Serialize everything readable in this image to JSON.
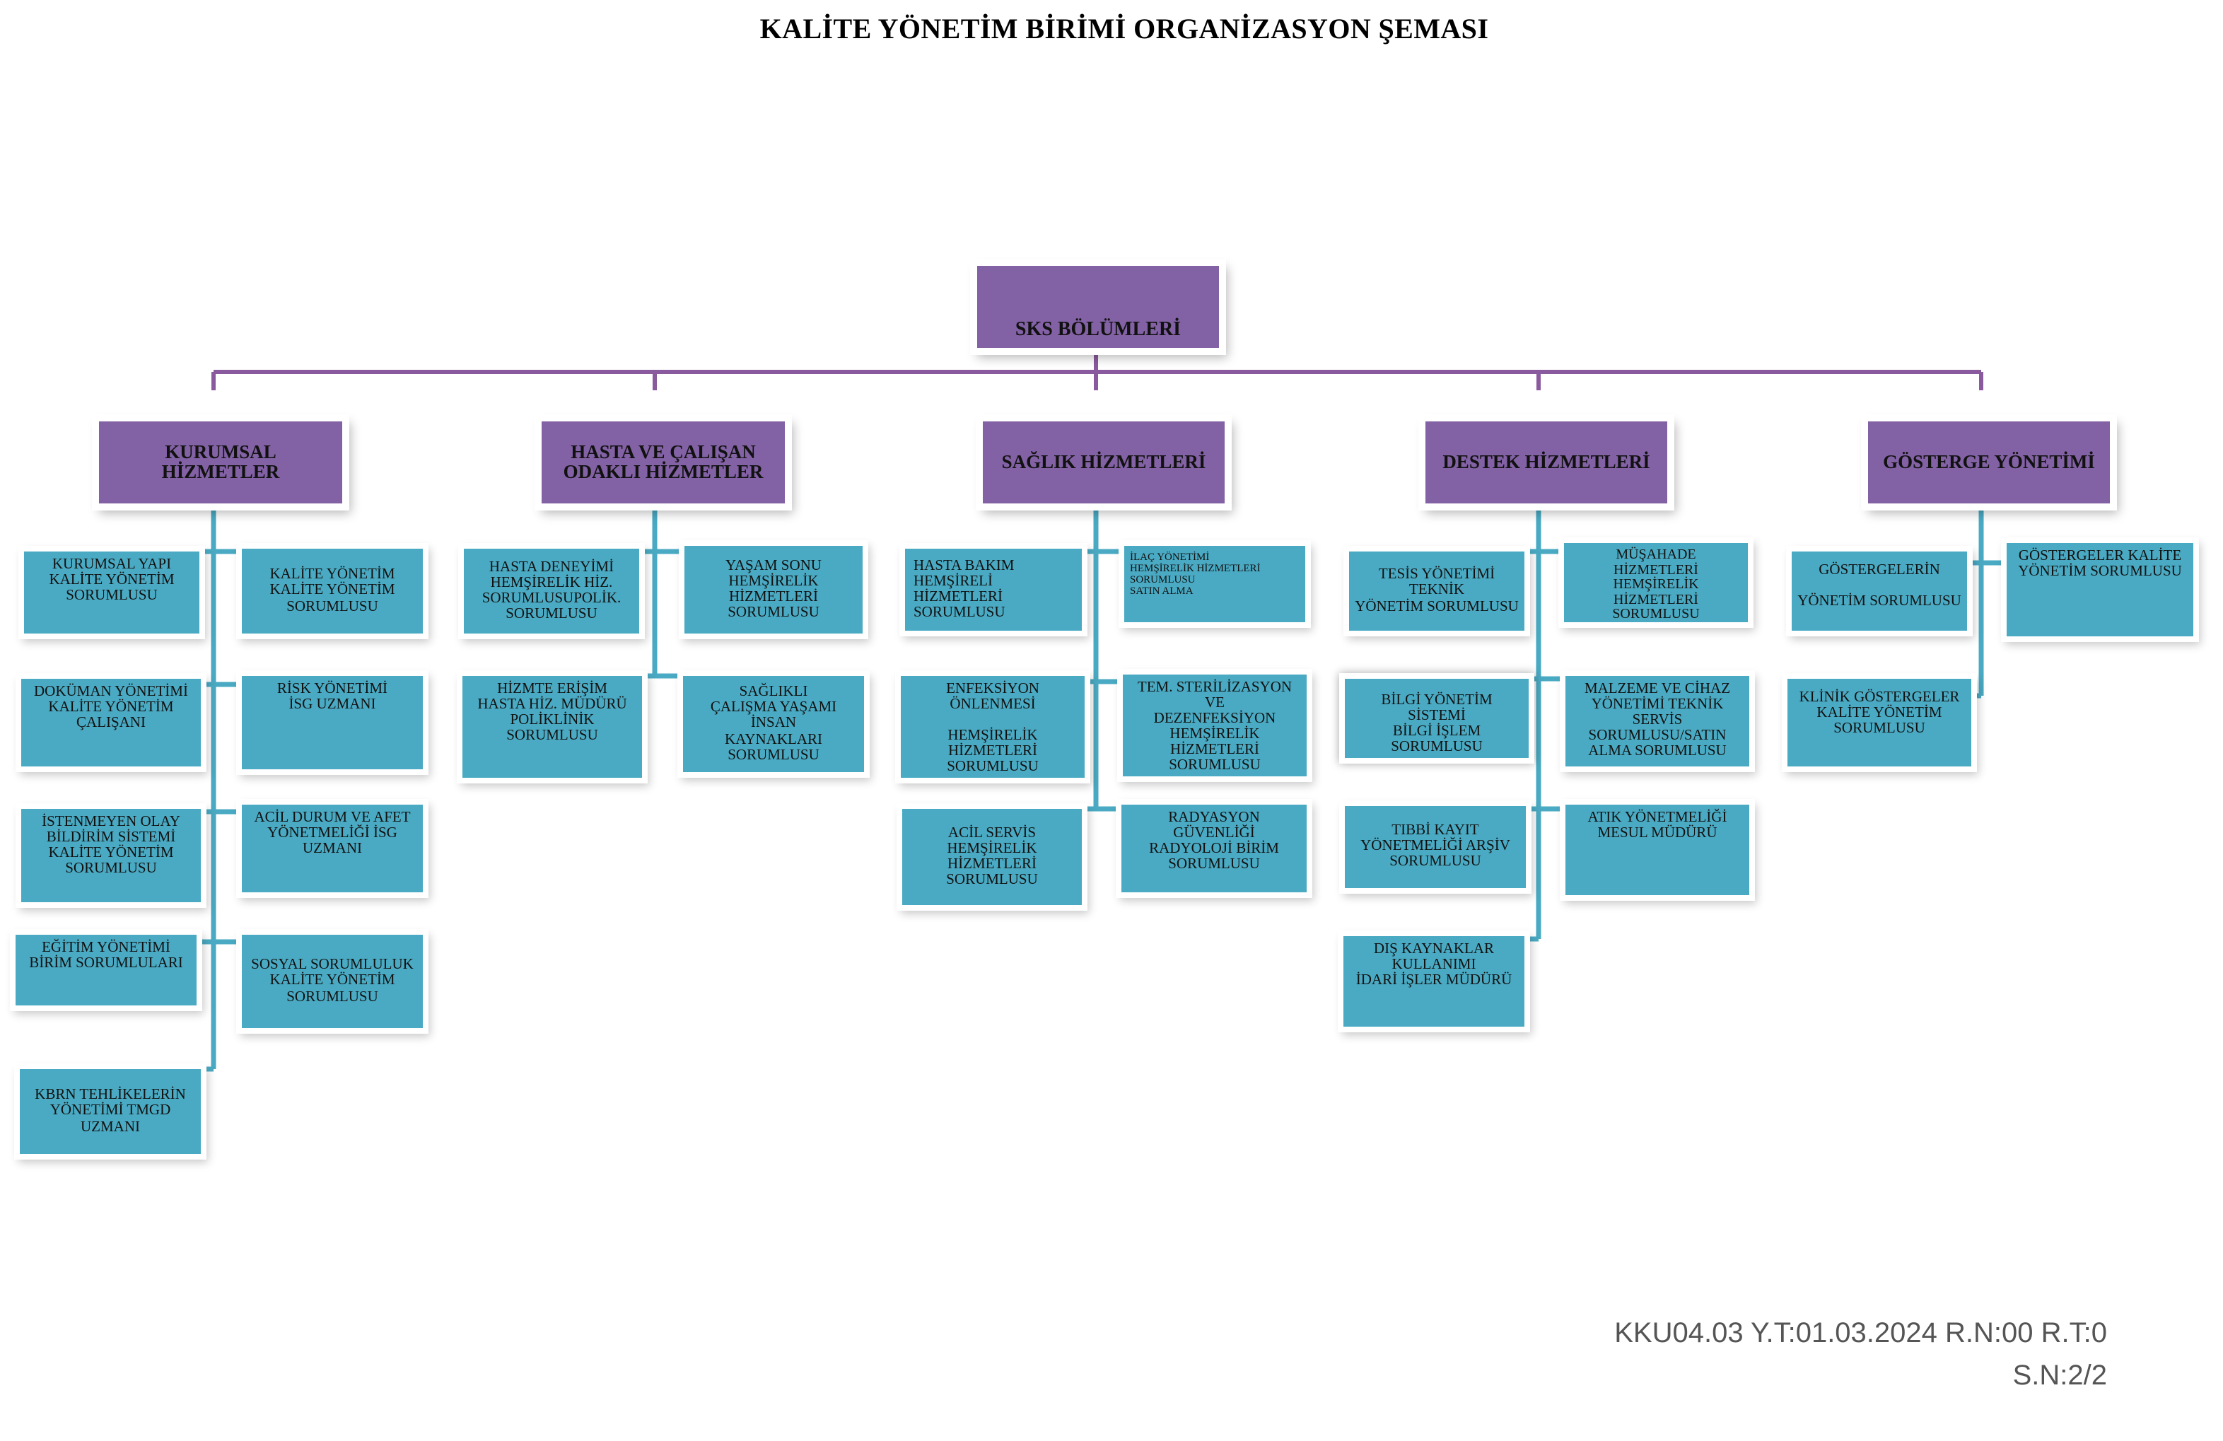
{
  "title": "KALİTE YÖNETİM BİRİMİ ORGANİZASYON ŞEMASI",
  "colors": {
    "purple": "#8261a4",
    "teal": "#4aaac3",
    "connector_purple": "#8a5a9e",
    "connector_teal": "#4aaac3"
  },
  "root": "SKS BÖLÜMLERİ",
  "departments": [
    {
      "name": "KURUMSAL\nHİZMETLER",
      "left": [
        "KURUMSAL YAPI\nKALİTE YÖNETİM\nSORUMLUSU",
        "DOKÜMAN YÖNETİMİ\nKALİTE YÖNETİM\nÇALIŞANI",
        "İSTENMEYEN OLAY\nBİLDİRİM SİSTEMİ\nKALİTE YÖNETİM\nSORUMLUSU",
        "EĞİTİM YÖNETİMİ\nBİRİM SORUMLULARI",
        "KBRN TEHLİKELERİN\nYÖNETİMİ TMGD\nUZMANI"
      ],
      "right": [
        "KALİTE YÖNETİM\nKALİTE YÖNETİM\nSORUMLUSU",
        "RİSK YÖNETİMİ\nİSG UZMANI",
        "ACİL DURUM VE AFET\nYÖNETMELİĞİ İSG\nUZMANI",
        "SOSYAL SORUMLULUK\nKALİTE YÖNETİM\nSORUMLUSU"
      ]
    },
    {
      "name": "HASTA VE ÇALIŞAN\nODAKLI HİZMETLER",
      "left": [
        "HASTA DENEYİMİ\nHEMŞİRELİK HİZ.\nSORUMLUSUPOLİK.\nSORUMLUSU",
        "HİZMTE ERİŞİM\nHASTA HİZ. MÜDÜRÜ\nPOLİKLİNİK SORUMLUSU"
      ],
      "right": [
        "YAŞAM SONU\nHEMŞİRELİK\nHİZMETLERİ\nSORUMLUSU",
        "SAĞLIKLI\nÇALIŞMA YAŞAMI\nİNSAN\nKAYNAKLARI\nSORUMLUSU"
      ]
    },
    {
      "name": "SAĞLIK HİZMETLERİ",
      "left": [
        "HASTA BAKIM\nHEMŞİRELİ HİZMETLERİ\nSORUMLUSU",
        "ENFEKSİYON ÖNLENMESİ\n\nHEMŞİRELİK\nHİZMETLERİ\nSORUMLUSU",
        "ACİL SERVİS\nHEMŞİRELİK\nHİZMETLERİ\nSORUMLUSU"
      ],
      "right": [
        "İLAÇ YÖNETİMİ\nHEMŞİRELİK HİZMETLERİ\nSORUMLUSU\nSATIN ALMA",
        "TEM. STERİLİZASYON VE\nDEZENFEKSİYON\nHEMŞİRELİK\nHİZMETLERİ\nSORUMLUSU",
        "RADYASYON GÜVENLİĞİ\nRADYOLOJİ BİRİM\nSORUMLUSU"
      ]
    },
    {
      "name": "DESTEK HİZMETLERİ",
      "left": [
        "TESİS YÖNETİMİ TEKNİK\nYÖNETİM SORUMLUSU",
        "BİLGİ YÖNETİM SİSTEMİ\nBİLGİ İŞLEM SORUMLUSU",
        "TIBBİ KAYIT\nYÖNETMELİĞİ ARŞİV\nSORUMLUSU",
        "DIŞ KAYNAKLAR\nKULLANIMI\nİDARİ İŞLER MÜDÜRÜ"
      ],
      "right": [
        "MÜŞAHADE\nHİZMETLERİ\nHEMŞİRELİK HİZMETLERİ\nSORUMLUSU",
        "MALZEME VE CİHAZ\nYÖNETİMİ TEKNİK\nSERVİS\nSORUMLUSU/SATIN\nALMA SORUMLUSU",
        "ATIK YÖNETMELİĞİ\nMESUL MÜDÜRÜ"
      ]
    },
    {
      "name": "GÖSTERGE YÖNETİMİ",
      "left": [
        "GÖSTERGELERİN\n\nYÖNETİM SORUMLUSU",
        "KLİNİK GÖSTERGELER\nKALİTE YÖNETİM\nSORUMLUSU"
      ],
      "right": [
        "GÖSTERGELER KALİTE\nYÖNETİM SORUMLUSU"
      ]
    }
  ],
  "footer": {
    "line1": "KKU04.03 Y.T:01.03.2024  R.N:00 R.T:0",
    "line2": "S.N:2/2"
  }
}
